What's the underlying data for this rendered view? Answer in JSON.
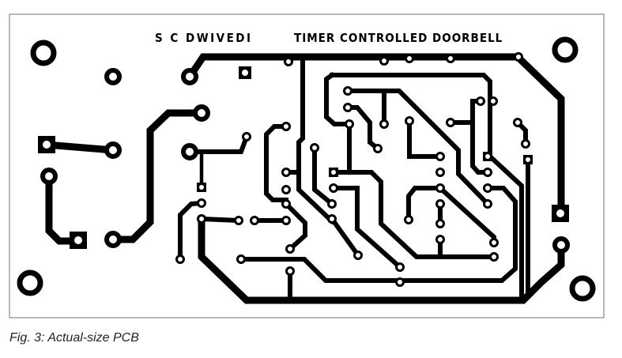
{
  "board": {
    "author": "S C DWIVEDI",
    "title": "TIMER CONTROLLED DOORBELL"
  },
  "caption": "Fig. 3: Actual-size PCB",
  "colors": {
    "copper": "#000000",
    "board": "#ffffff",
    "border": "#a0a0a0"
  }
}
